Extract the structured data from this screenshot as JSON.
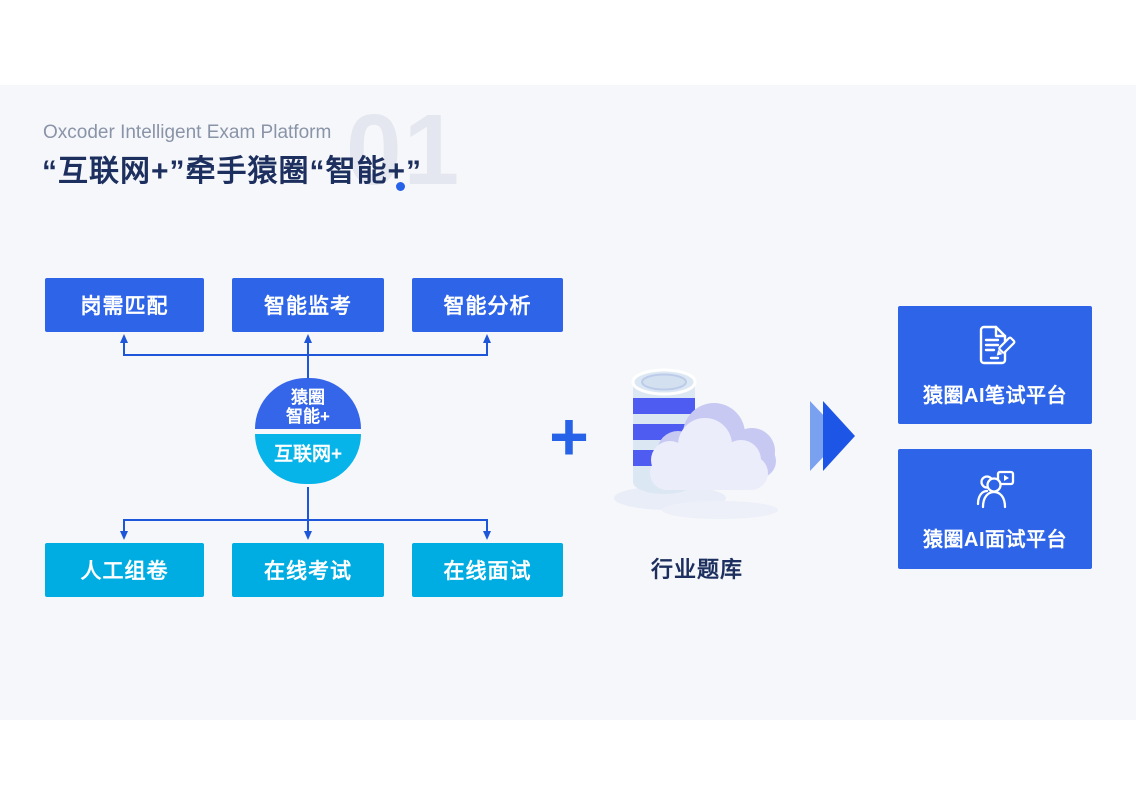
{
  "header": {
    "subtitle": "Oxcoder Intelligent Exam Platform",
    "title": "“互联网+”牵手猿圈“智能+”",
    "watermark": "01"
  },
  "diagram": {
    "top_boxes": [
      "岗需匹配",
      "智能监考",
      "智能分析"
    ],
    "center_circle": {
      "line1": "猿圈",
      "line2": "智能+",
      "bottom": "互联网+"
    },
    "bottom_boxes": [
      "人工组卷",
      "在线考试",
      "在线面试"
    ],
    "plus": "+",
    "database": {
      "label": "行业题库",
      "icon": "database-cloud-icon"
    },
    "chevron_icon": "chevron-right-icon",
    "right_boxes": [
      {
        "label": "猿圈AI笔试平台",
        "icon": "exam-paper-pencil-icon"
      },
      {
        "label": "猿圈AI面试平台",
        "icon": "interview-chat-people-icon"
      }
    ]
  },
  "colors": {
    "blue": "#2e64e8",
    "cyan": "#00ade2",
    "circle-top": "#3565e9",
    "circle-bottom": "#07b4ea",
    "connector": "#1e56d9",
    "navy": "#1c2f5e",
    "subtitle-gray": "#8a94a8",
    "watermark-gray": "#e4e7ef",
    "plus-blue": "#2763e8",
    "chevron-light": "#7aa0f0",
    "chevron-dark": "#1d55e6",
    "db-stripe": "#4e5cf1",
    "db-light": "#dce7f4",
    "cloud-back": "#c7c9f3",
    "cloud-front": "#ecedfb",
    "slide-bg": "#f6f7fa",
    "box-text": "#ffffff"
  }
}
